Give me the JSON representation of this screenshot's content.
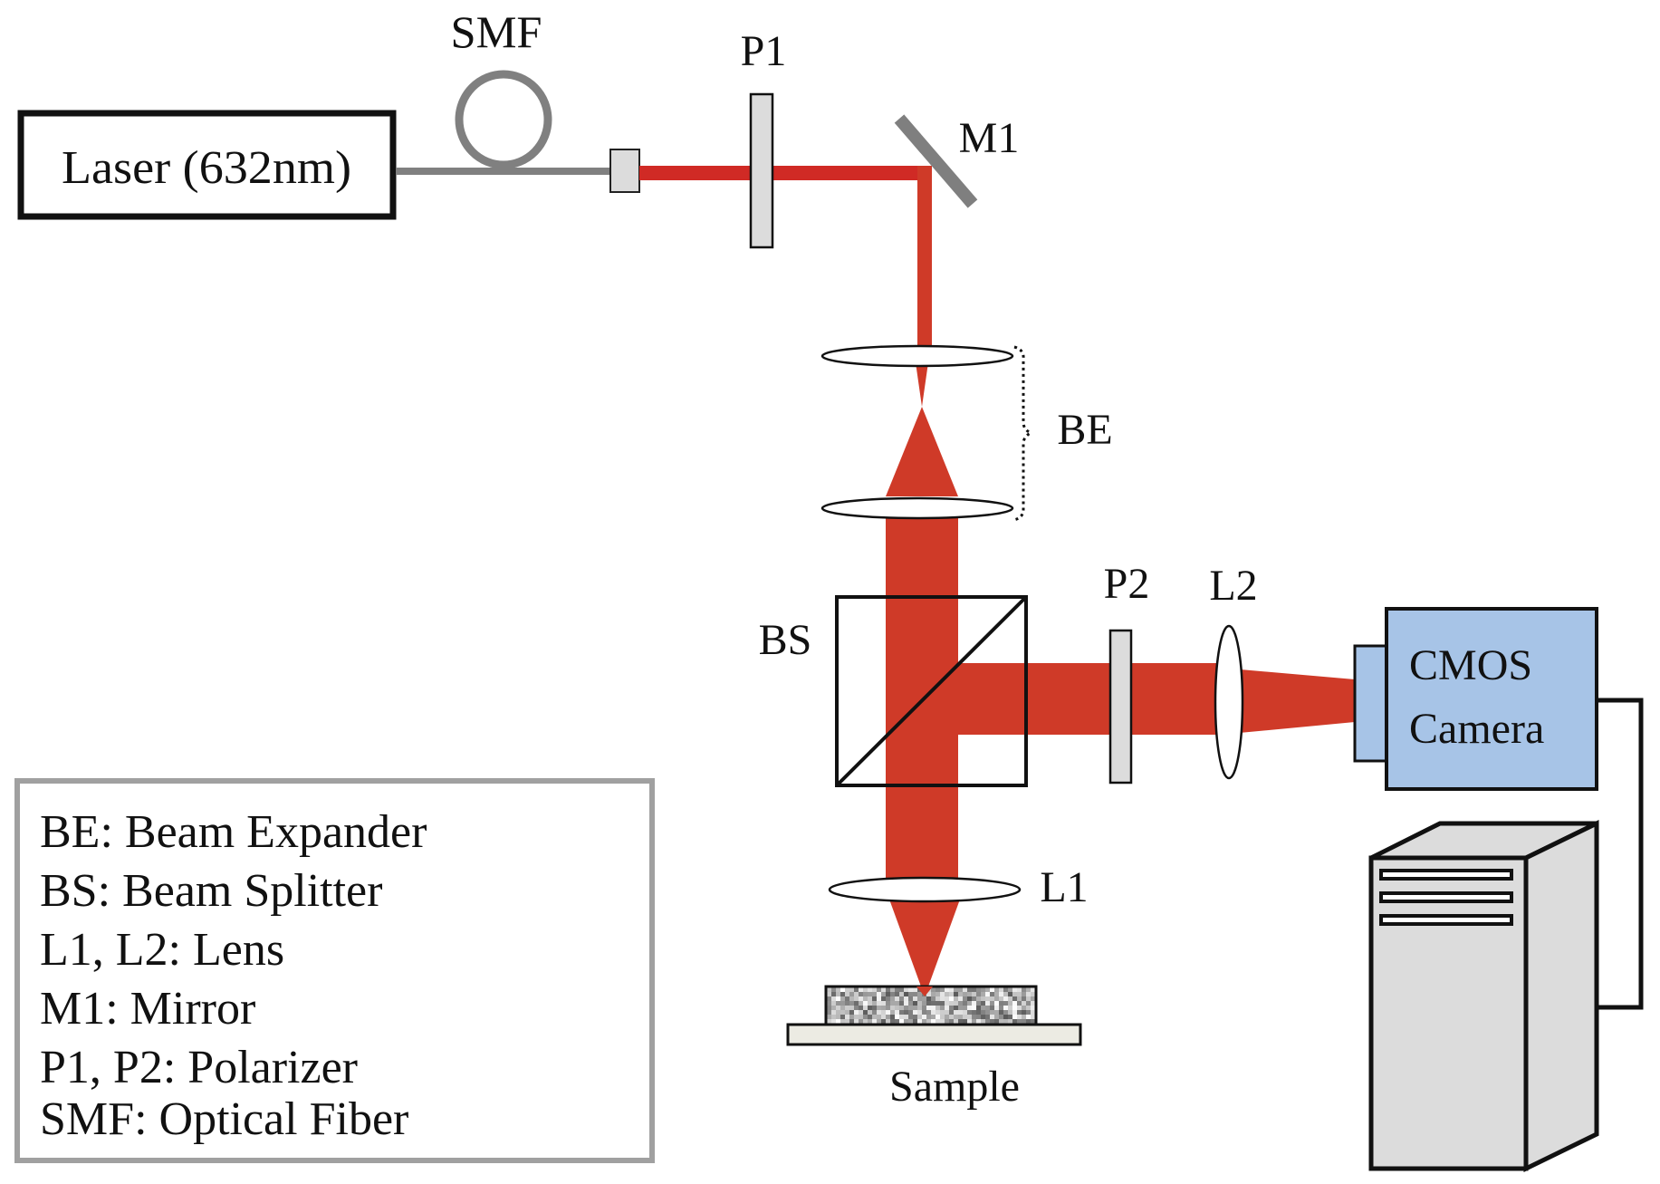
{
  "figure": {
    "title": "Optical setup for laser speckle imaging",
    "colors": {
      "beam": "#cf3a28",
      "beam_dark": "#d22a26",
      "fiber": "#808080",
      "polarizer_fill": "#dcdcdc",
      "camera_fill": "#a7c4e7",
      "computer_fill": "#dcdcdc",
      "stage_fill": "#ecebe3",
      "legend_border": "#a0a0a0"
    }
  },
  "components": {
    "laser": {
      "label": "Laser (632nm)"
    },
    "fiber": {
      "label": "SMF"
    },
    "polarizer1": {
      "label": "P1"
    },
    "mirror1": {
      "label": "M1"
    },
    "beam_expander": {
      "label": "BE"
    },
    "beam_splitter": {
      "label": "BS"
    },
    "polarizer2": {
      "label": "P2"
    },
    "lens2": {
      "label": "L2"
    },
    "camera": {
      "label_line1": "CMOS",
      "label_line2": "Camera"
    },
    "lens1": {
      "label": "L1"
    },
    "sample": {
      "label": "Sample"
    },
    "computer": {
      "label": ""
    }
  },
  "legend": {
    "items": [
      "BE: Beam Expander",
      "BS: Beam Splitter",
      "L1, L2: Lens",
      "M1: Mirror",
      "P1, P2: Polarizer",
      "SMF: Optical Fiber"
    ]
  }
}
